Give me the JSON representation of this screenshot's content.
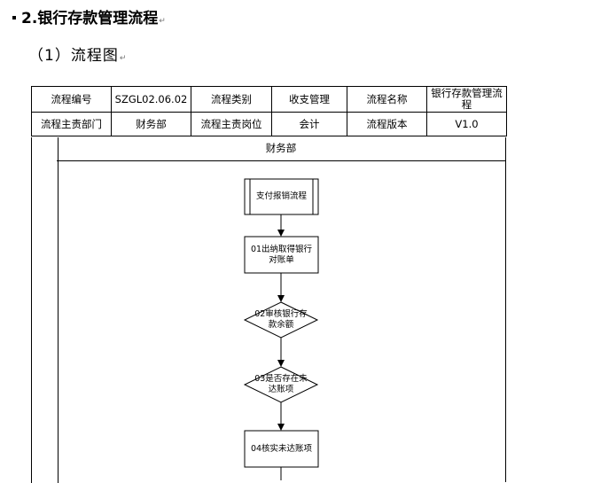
{
  "heading": {
    "number": "2.",
    "title": "银行存款管理流程",
    "mark": "↵"
  },
  "subheading": {
    "text": "（1）流程图",
    "mark": "↵"
  },
  "info_table": {
    "row1": {
      "label_code": "流程编号",
      "code": "SZGL02.06.02",
      "label_category": "流程类别",
      "category": "收支管理",
      "label_name": "流程名称",
      "name": "银行存款管理流程"
    },
    "row2": {
      "label_dept": "流程主责部门",
      "dept": "财务部",
      "label_post": "流程主责岗位",
      "post": "会计",
      "label_version": "流程版本",
      "version": "V1.0"
    }
  },
  "lane": {
    "title": "财务部"
  },
  "flow": {
    "start": "支付报销流程",
    "step01": "01出纳取得银行对账单",
    "step02": "02审核银行存款余额",
    "step03": "03是否存在未达账项",
    "step04": "04核实未达账项"
  }
}
